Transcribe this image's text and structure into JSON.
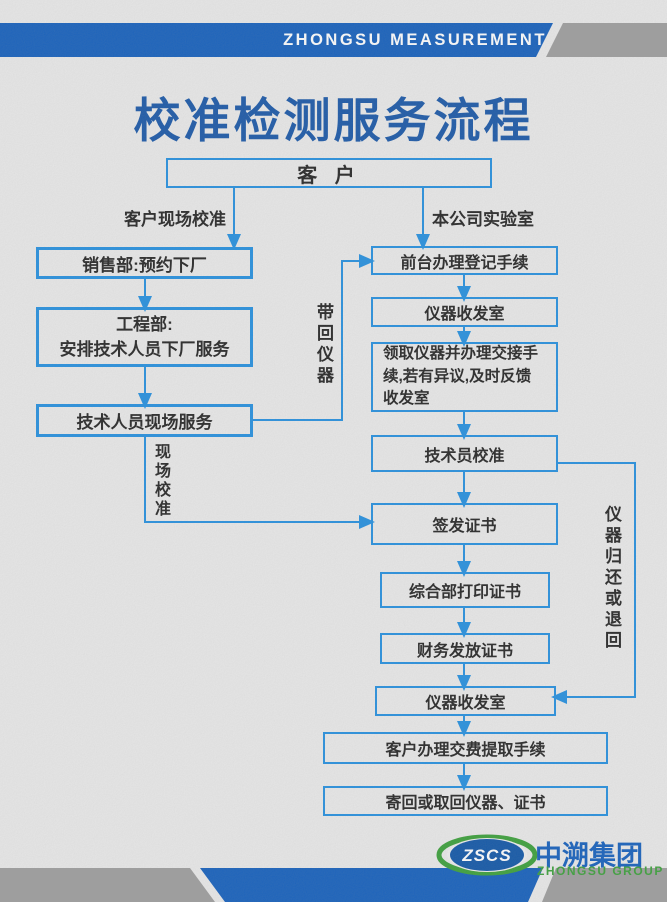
{
  "banner": {
    "text": "ZHONGSU MEASUREMENT"
  },
  "title": "校准检测服务流程",
  "flow": {
    "customer": "客 户",
    "branch_left_label": "客户现场校准",
    "branch_right_label": "本公司实验室",
    "sales": "销售部:预约下厂",
    "engineering_line1": "工程部:",
    "engineering_line2": "安排技术人员下厂服务",
    "tech_onsite": "技术人员现场服务",
    "bring_back_label": "带回仪器",
    "onsite_cal_label": "现场校准",
    "front_desk": "前台办理登记手续",
    "instrument_room_1": "仪器收发室",
    "receive_instruments": "领取仪器并办理交接手续,若有异议,及时反馈收发室",
    "technician_cal": "技术员校准",
    "return_label": "仪器归还或退回",
    "issue_cert": "签发证书",
    "print_cert": "综合部打印证书",
    "finance_cert": "财务发放证书",
    "instrument_room_2": "仪器收发室",
    "customer_pay": "客户办理交费提取手续",
    "mail_back": "寄回或取回仪器、证书"
  },
  "footer": {
    "logo_abbr": "ZSCS",
    "company_cn": "中溯集团",
    "company_en": "ZHONGSU GROUP"
  },
  "colors": {
    "banner_blue": "#1560bd",
    "line_blue": "#2590e0",
    "title_blue": "#1a58a8",
    "gray": "#9e9e9e",
    "green": "#3ba03a",
    "logo_blue": "#1157a8"
  }
}
